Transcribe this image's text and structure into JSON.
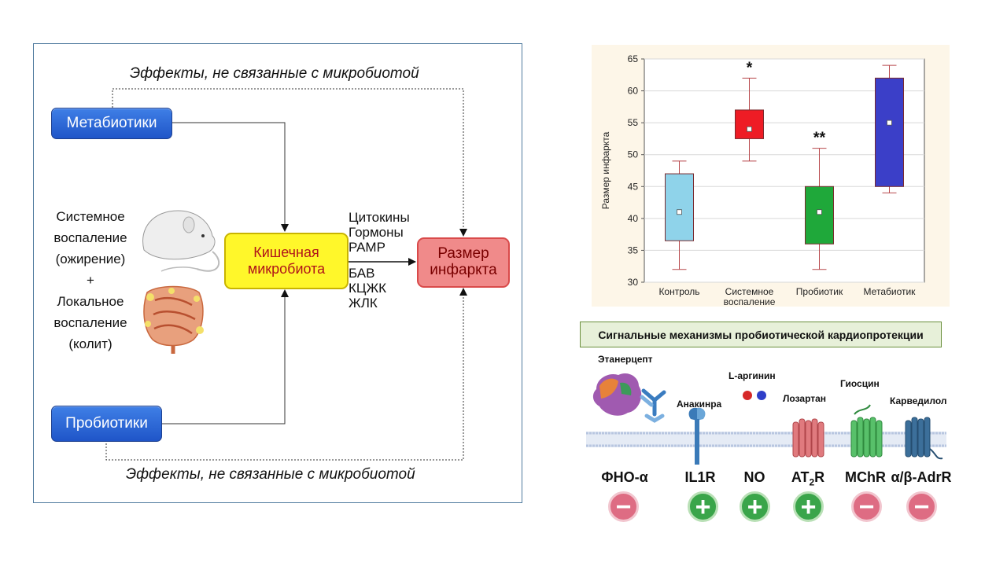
{
  "diagram": {
    "effects_top": "Эффекты, не связанные с микробиотой",
    "effects_bottom": "Эффекты, не связанные с микробиотой",
    "metabiotics": "Метабиотики",
    "probiotics": "Пробиотики",
    "gut_microbiota": [
      "Кишечная",
      "микробиота"
    ],
    "infarct_size": [
      "Размер",
      "инфаркта"
    ],
    "inflammation_lines": [
      "Системное",
      "воспаление",
      "(ожирение)",
      "+",
      "Локальное",
      "воспаление",
      "(колит)"
    ],
    "mediators_top": [
      "Цитокины",
      "Гормоны",
      "PAMP"
    ],
    "mediators_bottom": [
      "БАВ",
      "КЦЖК",
      "ЖЛК"
    ]
  },
  "chart_data": {
    "type": "box",
    "ylabel": "Размер инфаркта",
    "ylim": [
      30,
      65
    ],
    "yticks": [
      30,
      35,
      40,
      45,
      50,
      55,
      60,
      65
    ],
    "grid": true,
    "categories": [
      "Контроль",
      "Системное воспаление",
      "Пробиотик",
      "Метабиотик"
    ],
    "category_label_lines": [
      [
        "Контроль"
      ],
      [
        "Системное",
        "воспаление"
      ],
      [
        "Пробиотик"
      ],
      [
        "Метабиотик"
      ]
    ],
    "boxes": [
      {
        "whisker_low": 32,
        "q1": 36.5,
        "median": 41,
        "q3": 47,
        "whisker_high": 49,
        "color": "#8fd3ea",
        "annotation": ""
      },
      {
        "whisker_low": 49,
        "q1": 52.5,
        "median": 54,
        "q3": 57,
        "whisker_high": 62,
        "color": "#ee1c25",
        "annotation": "*"
      },
      {
        "whisker_low": 32,
        "q1": 36,
        "median": 41,
        "q3": 45,
        "whisker_high": 51,
        "color": "#1fa83a",
        "annotation": "**"
      },
      {
        "whisker_low": 44,
        "q1": 45,
        "median": 55,
        "q3": 62,
        "whisker_high": 64,
        "color": "#3b3fc8",
        "annotation": ""
      }
    ]
  },
  "mechanisms": {
    "title": "Сигнальные механизмы пробиотической кардиопротекции",
    "drugs": [
      "Этанерцепт",
      "Анакинра",
      "L-аргинин",
      "Лозартан",
      "Гиосцин",
      "Карведилол"
    ],
    "receptors": [
      {
        "name": "ФНО-α",
        "sign": "minus"
      },
      {
        "name": "IL1R",
        "sign": "plus"
      },
      {
        "name": "NO",
        "sign": "plus"
      },
      {
        "name_main": "AT",
        "name_sub": "2",
        "name_tail": "R",
        "sign": "plus"
      },
      {
        "name": "MChR",
        "sign": "minus"
      },
      {
        "name": "α/β-AdrR",
        "sign": "minus"
      }
    ],
    "sign_symbols": {
      "plus": "+",
      "minus": "−"
    },
    "colors": {
      "plus": "#3aa54a",
      "minus": "#de6c83",
      "membrane": "#cfd9ec"
    }
  }
}
